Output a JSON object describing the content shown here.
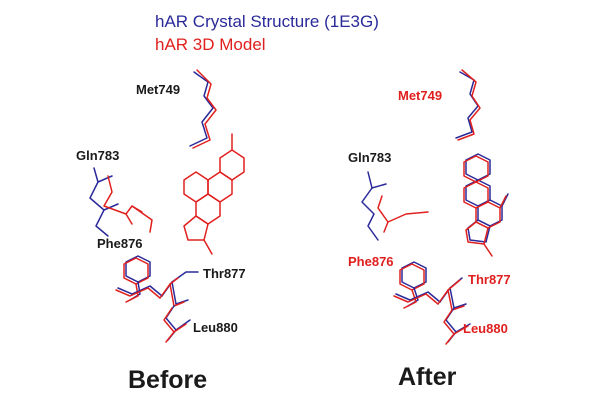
{
  "legend": {
    "crystal": "hAR Crystal Structure (1E3G)",
    "model": "hAR 3D Model"
  },
  "colors": {
    "crystal": "#2a2a9a",
    "model": "#e0201e",
    "label_dark": "#1a1a1a",
    "label_red": "#e0201e"
  },
  "panels": {
    "before": {
      "title": "Before",
      "labels": [
        "Met749",
        "Gln783",
        "Phe876",
        "Thr877",
        "Leu880"
      ]
    },
    "after": {
      "title": "After",
      "labels": [
        "Met749",
        "Gln783",
        "Phe876",
        "Thr877",
        "Leu880"
      ]
    }
  }
}
